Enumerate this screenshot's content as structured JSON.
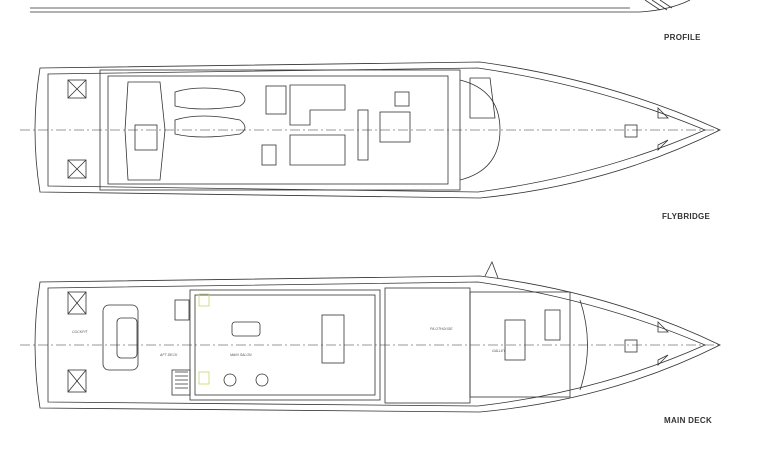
{
  "views": {
    "profile": "PROFILE",
    "flybridge": "FLYBRIDGE",
    "main_deck": "MAIN DECK"
  },
  "rooms": {
    "cockpit": "COCKPIT",
    "aft_deck": "AFT DECK",
    "main_salon": "MAIN SALON",
    "pilothouse": "PILOTHOUSE",
    "galley": "GALLEY"
  },
  "colors": {
    "line": "#333333",
    "highlight": "#c8d66a"
  }
}
